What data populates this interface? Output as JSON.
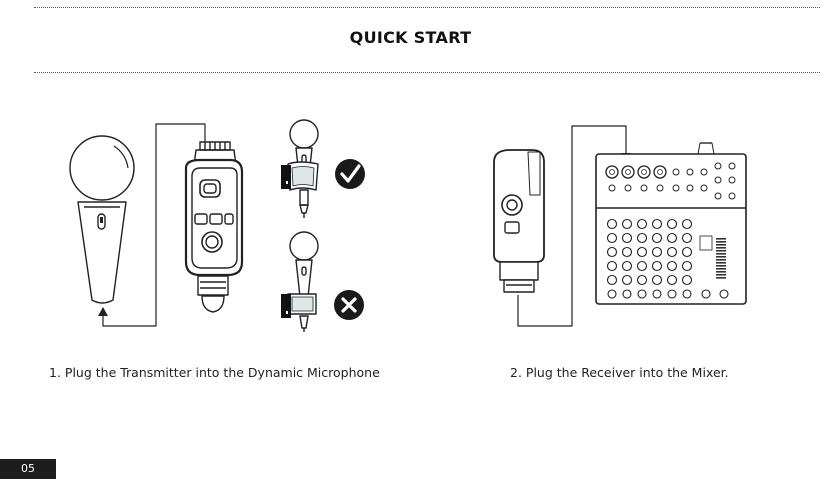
{
  "header": {
    "title": "QUICK START"
  },
  "steps": [
    {
      "label": "1.  Plug the Transmitter into the Dynamic Microphone"
    },
    {
      "label": "2.  Plug the Receiver into the Mixer."
    }
  ],
  "footer": {
    "page_number": "05"
  },
  "icons": {
    "correct": "check-mark-icon",
    "wrong": "cross-mark-icon"
  }
}
